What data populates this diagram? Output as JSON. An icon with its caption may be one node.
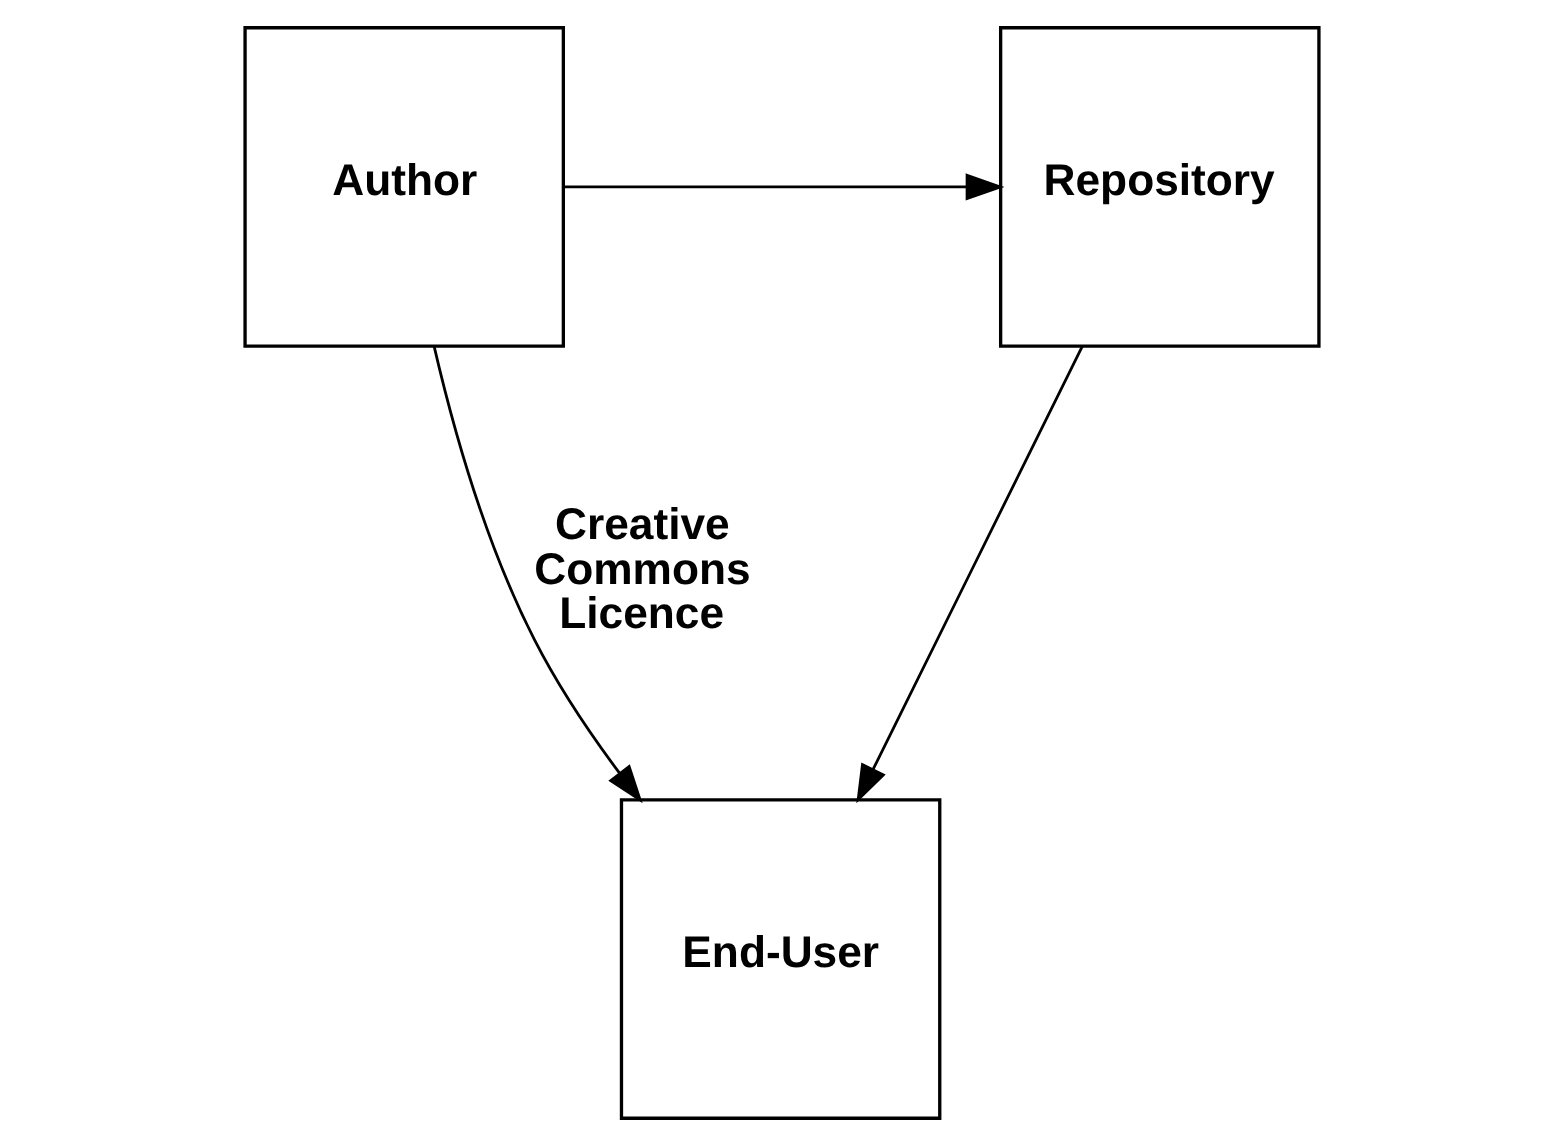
{
  "diagram": {
    "nodes": [
      {
        "text": [
          "Author"
        ]
      },
      {
        "text": [
          "Repository"
        ]
      },
      {
        "text": [
          "End-User"
        ]
      }
    ],
    "edges": [
      {
        "from": 0,
        "to": 1,
        "arrow": "to"
      },
      {
        "from": 0,
        "to": 2,
        "arrow": "to",
        "label": "Creative Commons Licence"
      },
      {
        "from": 1,
        "to": 2,
        "arrow": "to"
      }
    ]
  }
}
